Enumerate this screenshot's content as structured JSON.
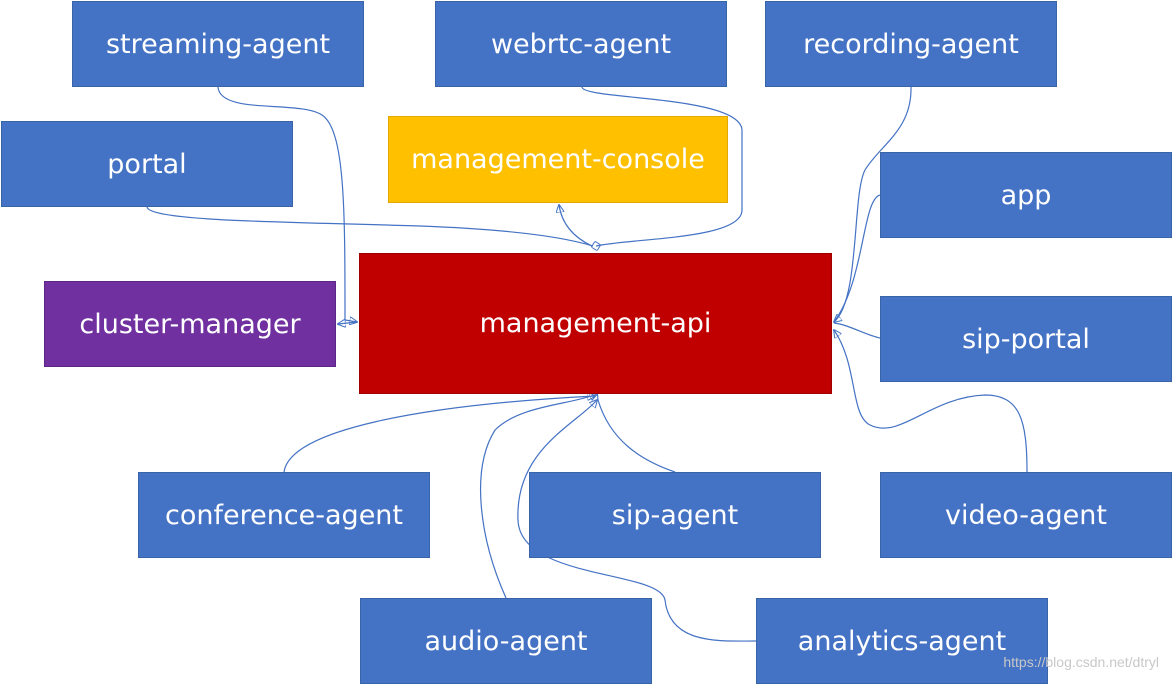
{
  "nodes": {
    "streaming_agent": "streaming-agent",
    "webrtc_agent": "webrtc-agent",
    "recording_agent": "recording-agent",
    "portal": "portal",
    "management_console": "management-console",
    "app": "app",
    "cluster_manager": "cluster-manager",
    "management_api": "management-api",
    "sip_portal": "sip-portal",
    "conference_agent": "conference-agent",
    "sip_agent": "sip-agent",
    "video_agent": "video-agent",
    "audio_agent": "audio-agent",
    "analytics_agent": "analytics-agent"
  },
  "watermark": "https://blog.csdn.net/dtryl",
  "colors": {
    "agent_box": "#4472c4",
    "management_api": "#c00000",
    "management_console": "#ffc000",
    "cluster_manager": "#7030a0",
    "connector": "#4472c4"
  }
}
